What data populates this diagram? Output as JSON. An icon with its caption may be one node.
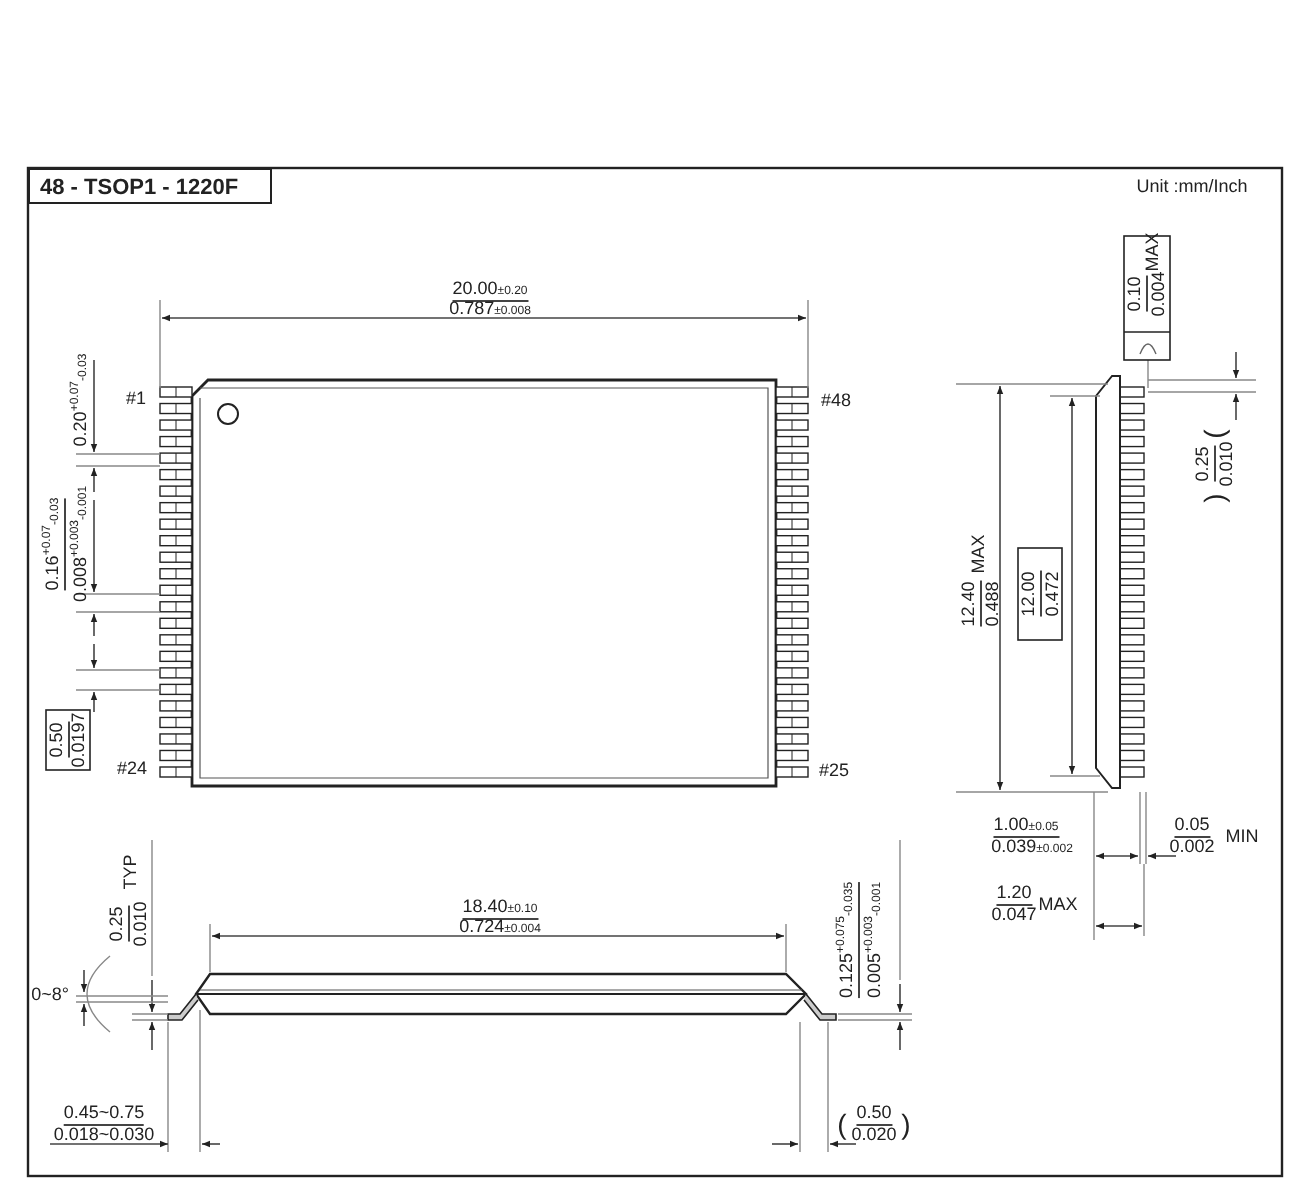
{
  "diagram": {
    "title": "48 - TSOP1 - 1220F",
    "labels": [
      "Unit :mm/Inch",
      "20.00$_{±0.20}$",
      "0.787$_{±0.008}$",
      "#1",
      "#48",
      "#24",
      "#25",
      "0.20$^{+0.07}$$_{-0.03}$",
      "0.16$^{+0.07}$$_{-0.03}$",
      "0.008$^{+0.003}$$_{-0.001}$",
      "0.50",
      "0.0197",
      "0.10",
      "0.004",
      "MAX",
      "(",
      "0.25",
      "0.010",
      ")",
      "12.40",
      "MAX",
      "0.488",
      "12.00",
      "0.472",
      "1.00$_{±0.05}$",
      "0.039$_{±0.002}$",
      "0.05",
      "0.002",
      "MIN",
      "1.20",
      "0.047",
      "MAX",
      "0.25",
      "0.010",
      "TYP",
      "0~8°",
      "18.40$_{±0.10}$",
      "0.724$_{±0.004}$",
      "0.125$^{+0.075}$$_{-0.035}$",
      "0.005$^{+0.003}$$_{-0.001}$",
      "0.45~0.75",
      "0.018~0.030",
      "(",
      "0.50",
      "0.020",
      ")"
    ]
  }
}
